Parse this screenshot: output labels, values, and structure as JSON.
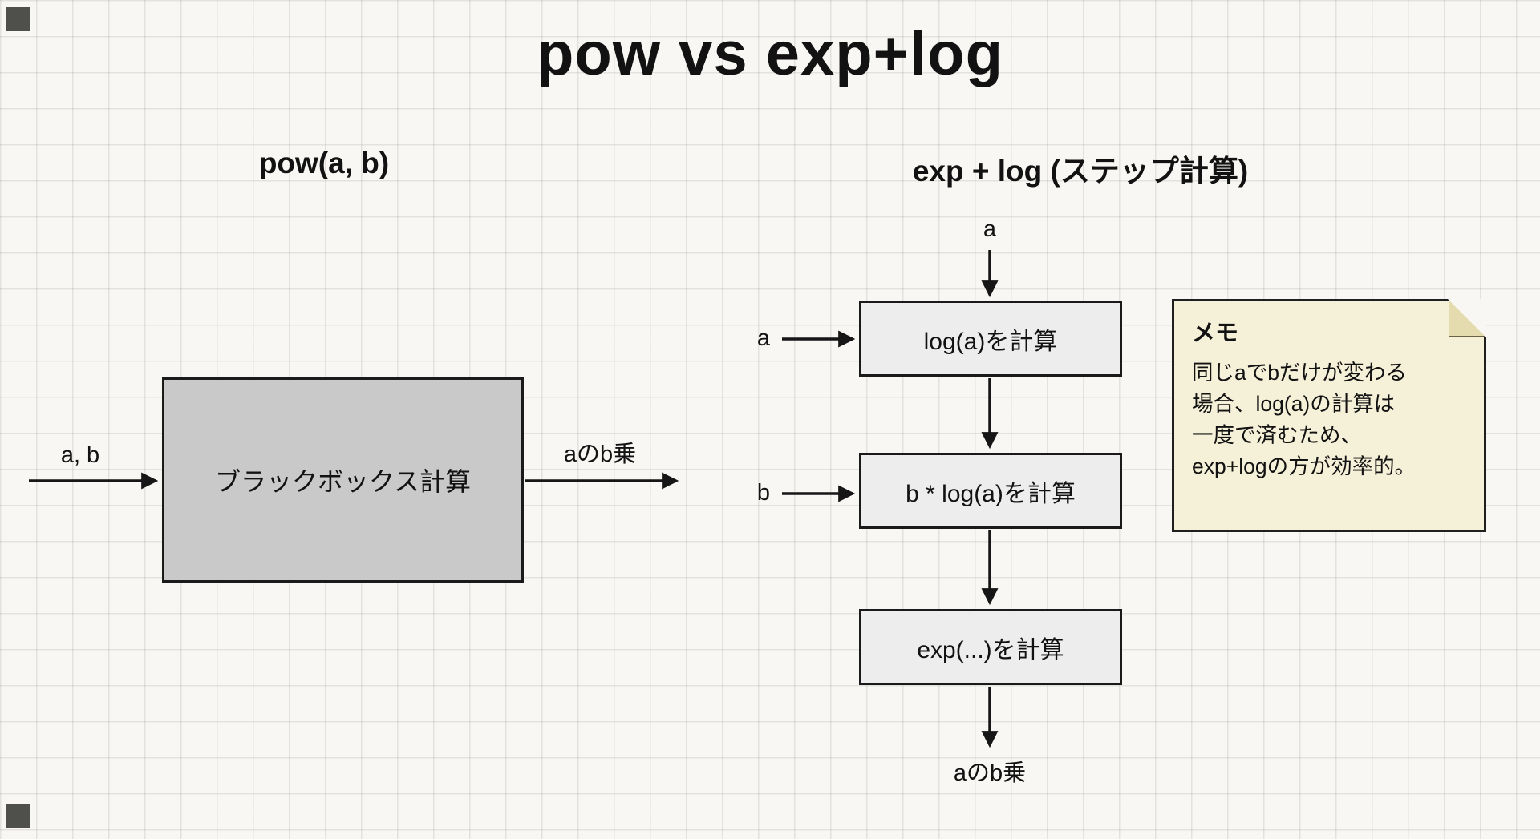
{
  "title": "pow vs exp+log",
  "pow": {
    "heading": "pow(a, b)",
    "input_label": "a, b",
    "box_label": "ブラックボックス計算",
    "output_label": "aのb乗"
  },
  "explog": {
    "heading": "exp + log (ステップ計算)",
    "top_input": "a",
    "steps": [
      {
        "label": "log(a)を計算",
        "input": "a"
      },
      {
        "label": "b * log(a)を計算",
        "input": "b"
      },
      {
        "label": "exp(...)を計算",
        "input": ""
      }
    ],
    "output_label": "aのb乗"
  },
  "note": {
    "title": "メモ",
    "lines": [
      "同じaでbだけが変わる",
      "場合、log(a)の計算は",
      "一度で済むため、",
      "exp+logの方が効率的。"
    ]
  },
  "colors": {
    "background": "#f8f7f4",
    "grid_line": "#dededa",
    "pow_box_fill": "#c9c9c9",
    "step_box_fill": "#ededed",
    "note_fill": "#f5f0d8",
    "stroke": "#1a1a1a"
  }
}
